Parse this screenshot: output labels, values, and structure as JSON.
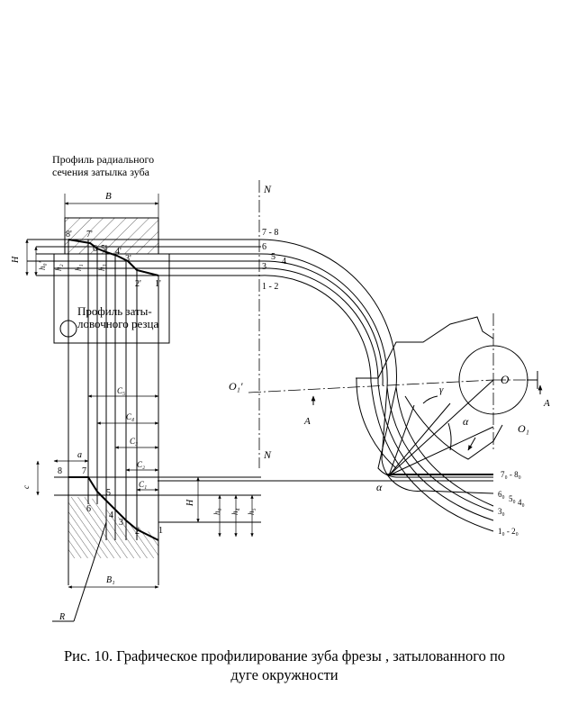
{
  "labels": {
    "radial_title_1": "Профиль радиального",
    "radial_title_2": "сечения затылка зуба",
    "tool_title_1": "Профиль заты-",
    "tool_title_2": "ловочного резца",
    "B": "B",
    "B1": "B₁",
    "H": "H",
    "h0": "h₀",
    "h0p": "h₀'",
    "h1": "h₁",
    "h2": "h₂",
    "h3": "h₃",
    "h4": "h₄",
    "h5": "h₅",
    "N_top": "N",
    "N_bottom": "N",
    "O": "O",
    "O1": "O₁",
    "O1p": "O₁'",
    "A_left": "A",
    "A_right": "A",
    "alpha_1": "α",
    "alpha_2": "α",
    "gamma": "γ",
    "a": "a",
    "c": "c",
    "R": "R",
    "C1": "C₁",
    "C2": "C₂",
    "C3": "C₃",
    "C4": "C₄",
    "C5": "C₅",
    "radial_pts": [
      "8'",
      "7'",
      "6",
      "5'",
      "4'",
      "3'",
      "2'",
      "1'"
    ],
    "axial_pts": [
      "7 - 8",
      "6",
      "5",
      "3",
      "4",
      "1 - 2"
    ],
    "arc_pts": [
      "7₀ - 8₀",
      "6₀",
      "5₀",
      "4₀",
      "3₀",
      "1₀ - 2₀"
    ],
    "cutter_pts": [
      "8",
      "7",
      "6",
      "5",
      "4",
      "3",
      "2",
      "1"
    ]
  },
  "caption": {
    "line1": "Рис. 10. Графическое профилирование зуба фрезы , затылованного по",
    "line2": "дуге окружности"
  }
}
